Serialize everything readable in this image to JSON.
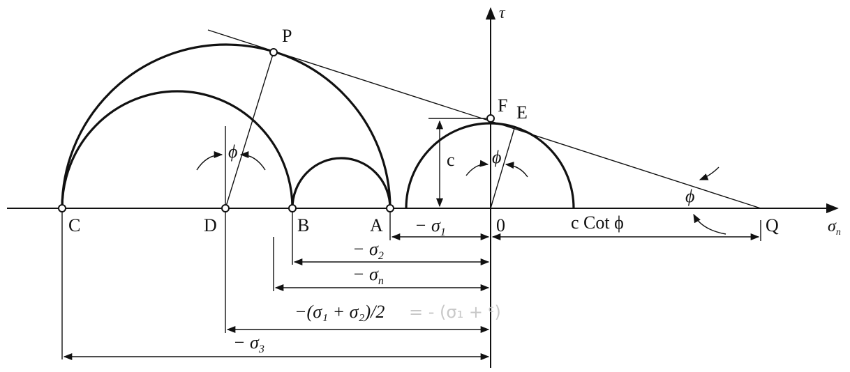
{
  "points": {
    "P": "P",
    "F": "F",
    "E": "E",
    "C": "C",
    "D": "D",
    "B": "B",
    "A": "A",
    "O": "0",
    "Q": "Q"
  },
  "axes": {
    "tau": "τ",
    "sigma_n": "σ",
    "sigma_n_sub": "n"
  },
  "labels": {
    "phi_at_D": "ϕ",
    "phi_at_O": "ϕ",
    "phi_at_Q": "ϕ",
    "cohesion": "c",
    "c_cot_phi": "c Cot ϕ"
  },
  "dimensions": {
    "minus_sigma1": "− σ",
    "sub1": "1",
    "minus_sigma2": "− σ",
    "sub2": "2",
    "minus_sigman": "− σ",
    "subn": "n",
    "mean_stress": "−(σ₁ + σ₂)/2",
    "minus_sigma3": "− σ",
    "sub3": "3",
    "faint_handwriting": "= - (σ₁ + ᶜ)"
  }
}
